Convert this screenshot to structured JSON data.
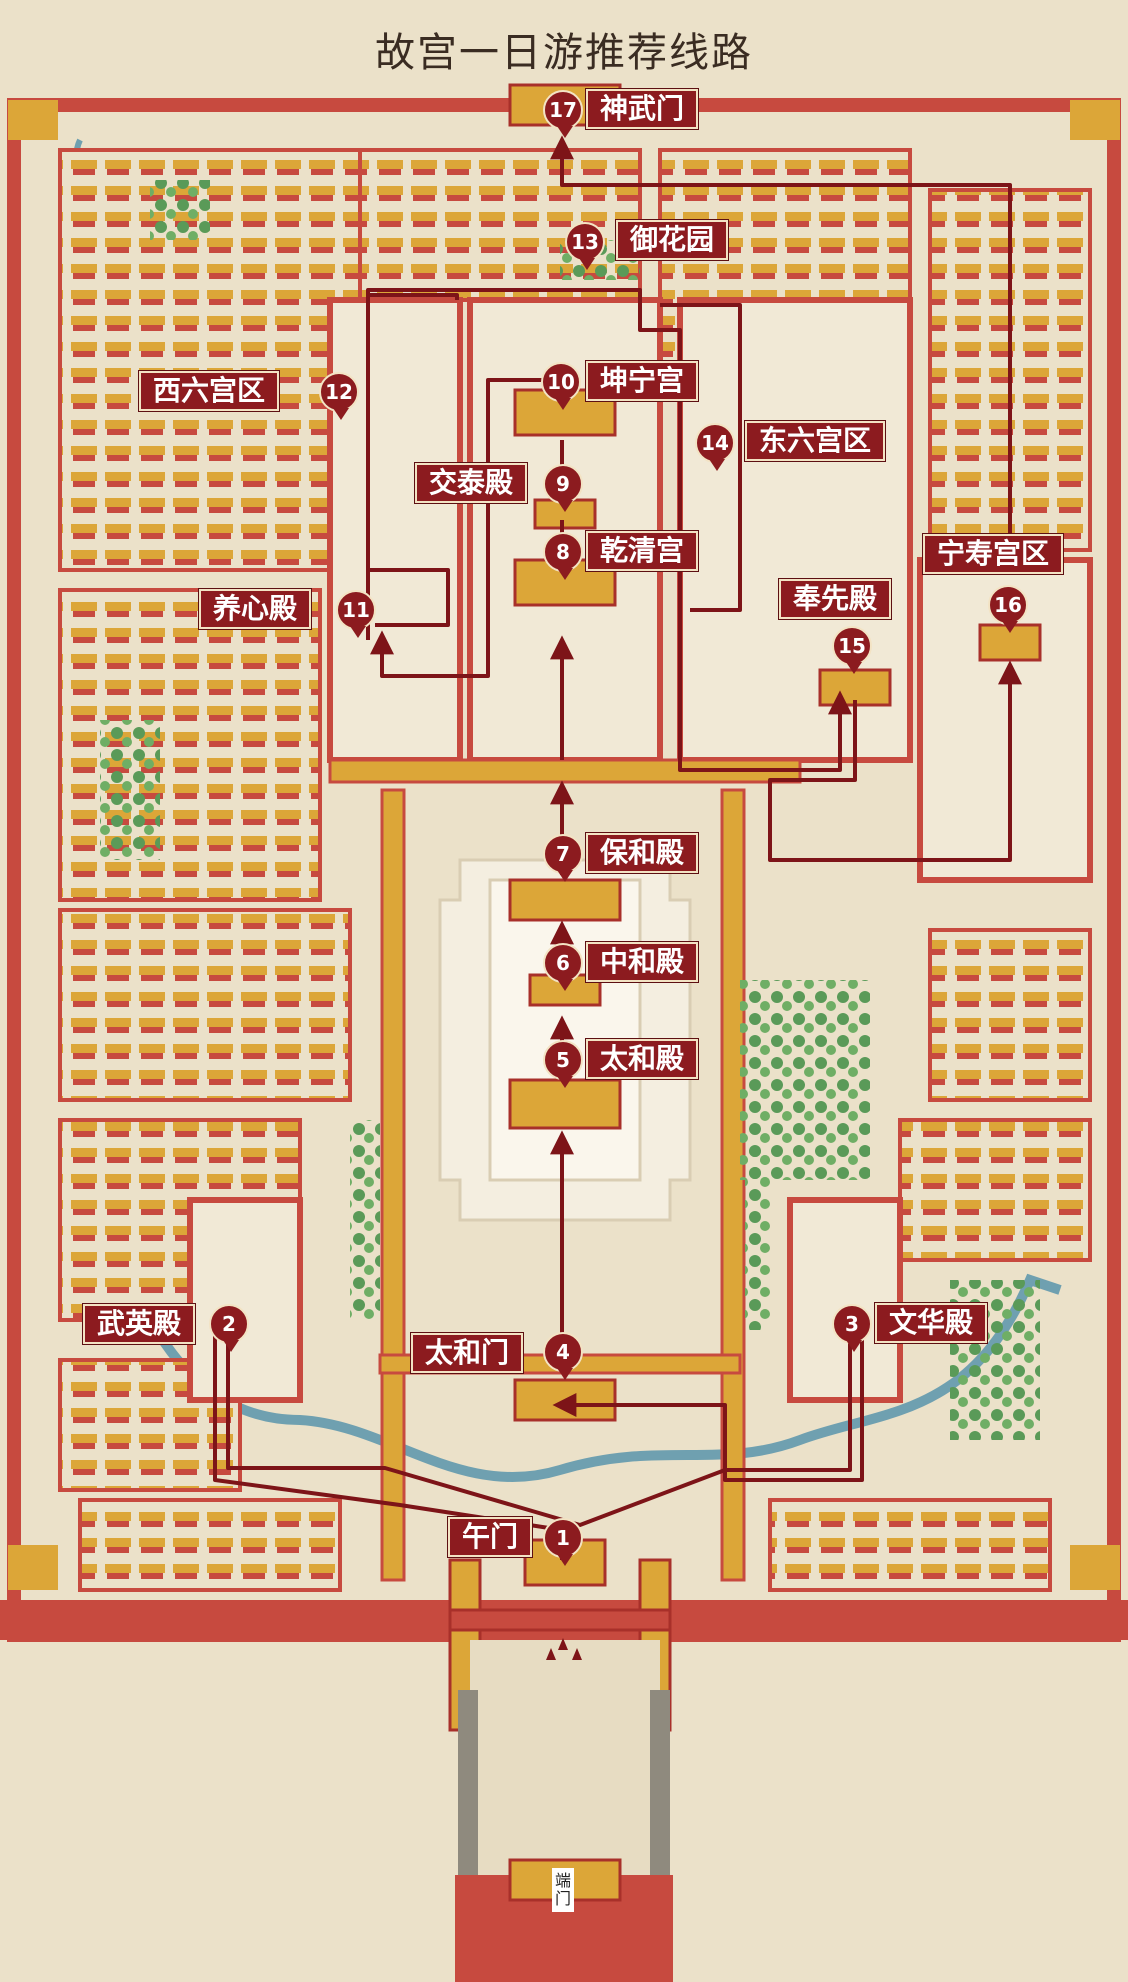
{
  "title": "故宫一日游推荐线路",
  "gate_sign": "端门",
  "colors": {
    "wall": "#c74a3f",
    "roof": "#dca638",
    "ground": "#ebe1c9",
    "route": "#7d1418",
    "water": "#6fa0b0",
    "tree": "#5a9a58"
  },
  "stops": [
    {
      "num": "1",
      "name": "午门"
    },
    {
      "num": "2",
      "name": "武英殿"
    },
    {
      "num": "3",
      "name": "文华殿"
    },
    {
      "num": "4",
      "name": "太和门"
    },
    {
      "num": "5",
      "name": "太和殿"
    },
    {
      "num": "6",
      "name": "中和殿"
    },
    {
      "num": "7",
      "name": "保和殿"
    },
    {
      "num": "8",
      "name": "乾清宫"
    },
    {
      "num": "9",
      "name": "交泰殿"
    },
    {
      "num": "10",
      "name": "坤宁宫"
    },
    {
      "num": "11",
      "name": "养心殿"
    },
    {
      "num": "12",
      "name": "西六宫区"
    },
    {
      "num": "13",
      "name": "御花园"
    },
    {
      "num": "14",
      "name": "东六宫区"
    },
    {
      "num": "15",
      "name": "奉先殿"
    },
    {
      "num": "16",
      "name": "宁寿宫区"
    },
    {
      "num": "17",
      "name": "神武门"
    }
  ]
}
